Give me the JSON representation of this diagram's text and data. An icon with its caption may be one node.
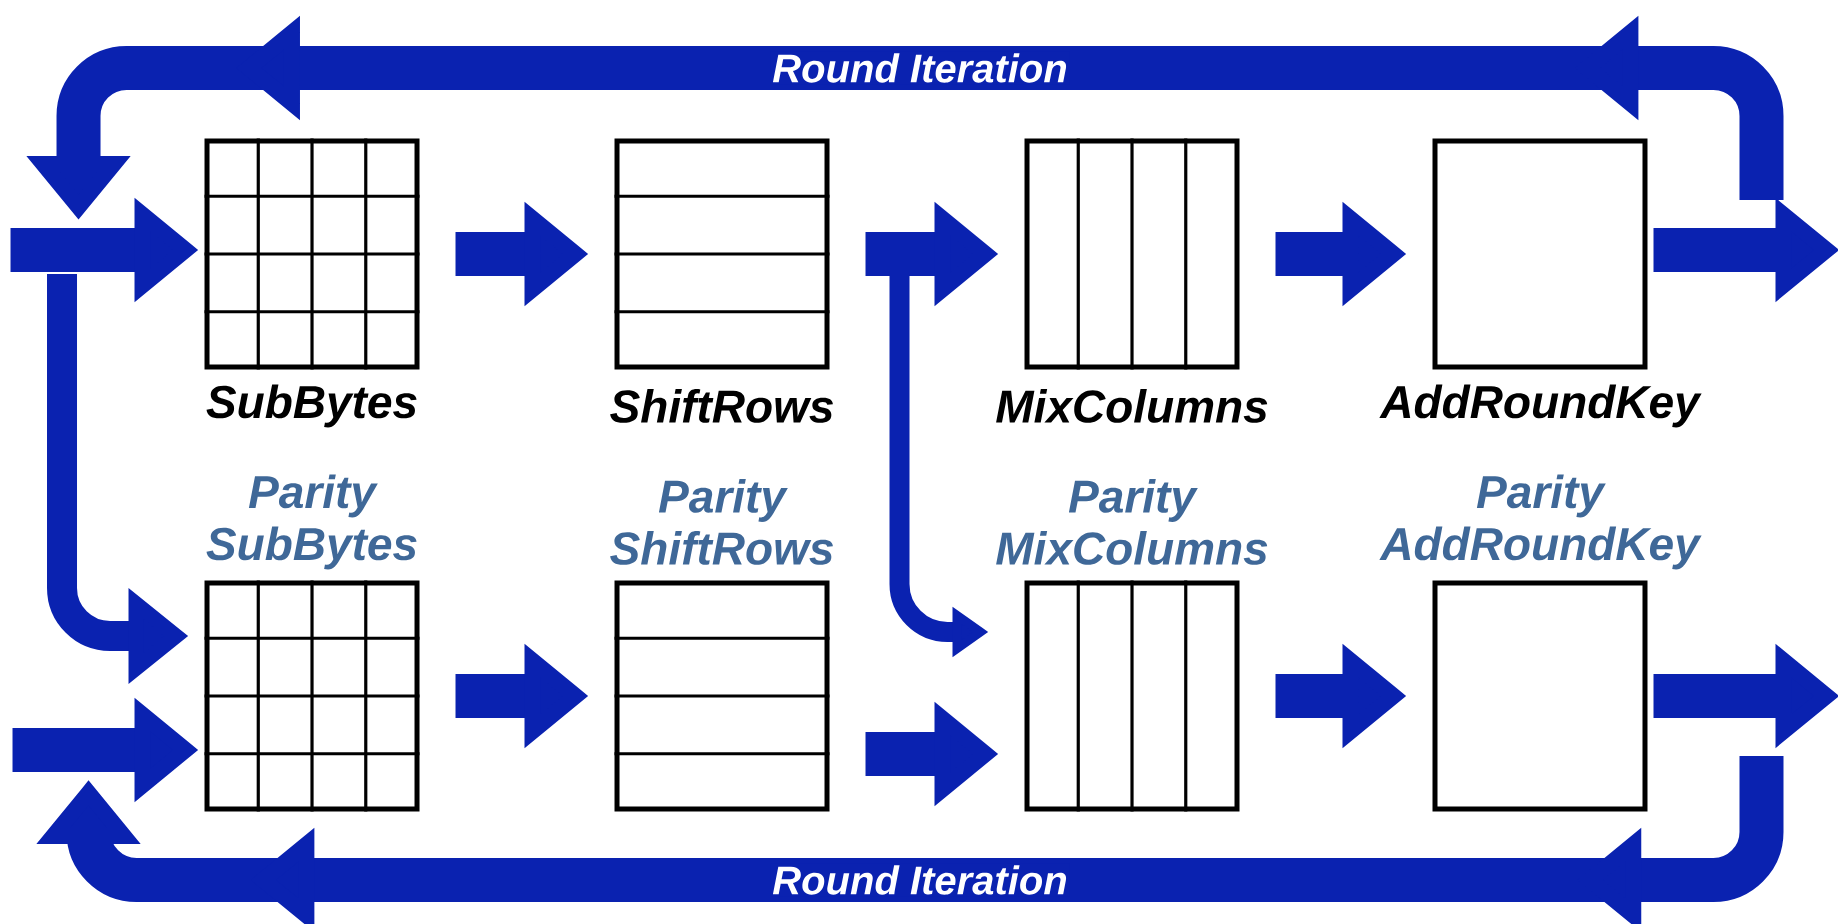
{
  "diagram": {
    "nodes": [
      {
        "text": [
          "SubBytes"
        ]
      },
      {
        "text": [
          "ShiftRows"
        ]
      },
      {
        "text": [
          "MixColumns"
        ]
      },
      {
        "text": [
          "AddRoundKey"
        ]
      },
      {
        "text": [
          "Parity SubBytes"
        ]
      },
      {
        "text": [
          "Parity ShiftRows"
        ]
      },
      {
        "text": [
          "Parity MixColumns"
        ]
      },
      {
        "text": [
          "Parity AddRoundKey"
        ]
      }
    ],
    "edges": [
      {
        "from": null,
        "to": 0,
        "arrow": "to"
      },
      {
        "from": 0,
        "to": 1,
        "arrow": "to"
      },
      {
        "from": 1,
        "to": 2,
        "arrow": "to"
      },
      {
        "from": 2,
        "to": 3,
        "arrow": "to"
      },
      {
        "from": 3,
        "to": null,
        "arrow": "to"
      },
      {
        "from": null,
        "to": 4,
        "arrow": "to"
      },
      {
        "from": 4,
        "to": 5,
        "arrow": "to"
      },
      {
        "from": 5,
        "to": 6,
        "arrow": "to"
      },
      {
        "from": 6,
        "to": 7,
        "arrow": "to"
      },
      {
        "from": 7,
        "to": null,
        "arrow": "to"
      },
      {
        "from": null,
        "to": 4,
        "arrow": "to"
      },
      {
        "from": 1,
        "to": 6,
        "arrow": "to"
      },
      {
        "from": 3,
        "to": 0,
        "arrow": "to",
        "label": "Round Iteration"
      },
      {
        "from": 7,
        "to": 4,
        "arrow": "to",
        "label": "Round Iteration"
      }
    ]
  }
}
